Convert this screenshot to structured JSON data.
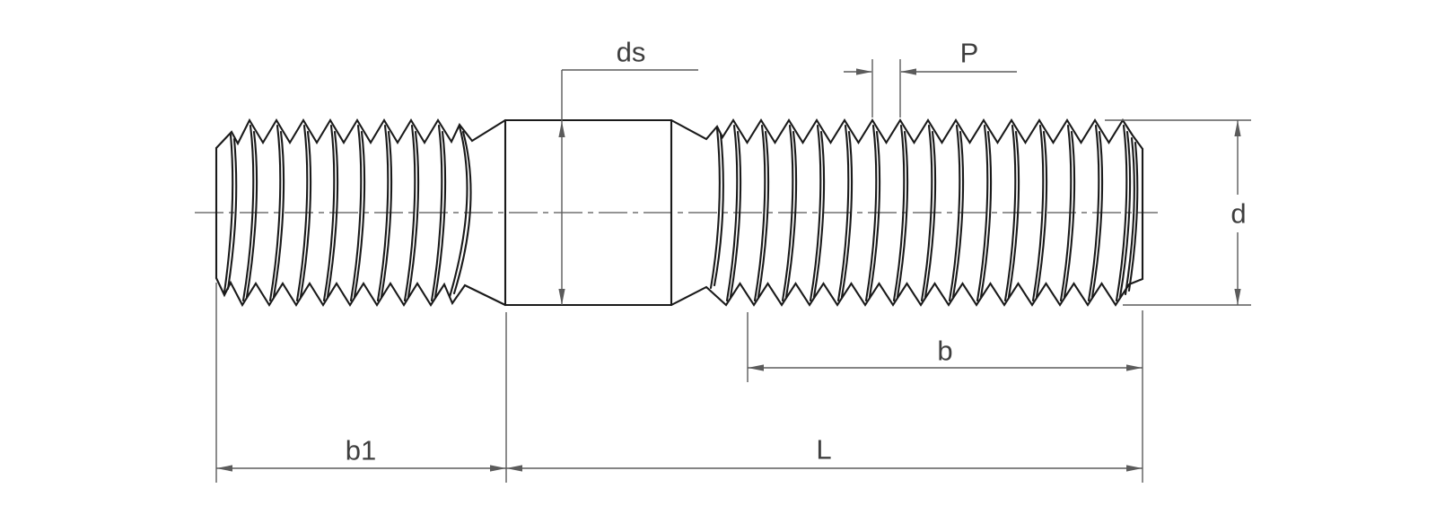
{
  "drawing": {
    "type": "technical-drawing",
    "subject": "double-end threaded stud side view"
  },
  "dimensions": {
    "ds": {
      "label": "ds"
    },
    "P": {
      "label": "P"
    },
    "d": {
      "label": "d"
    },
    "b": {
      "label": "b"
    },
    "b1": {
      "label": "b1"
    },
    "L": {
      "label": "L"
    }
  },
  "colors": {
    "background": "#ffffff",
    "object_line": "#1a1a1a",
    "dimension_line": "#5b5b5b",
    "centerline": "#707070",
    "label_text": "#3f3f3f"
  }
}
